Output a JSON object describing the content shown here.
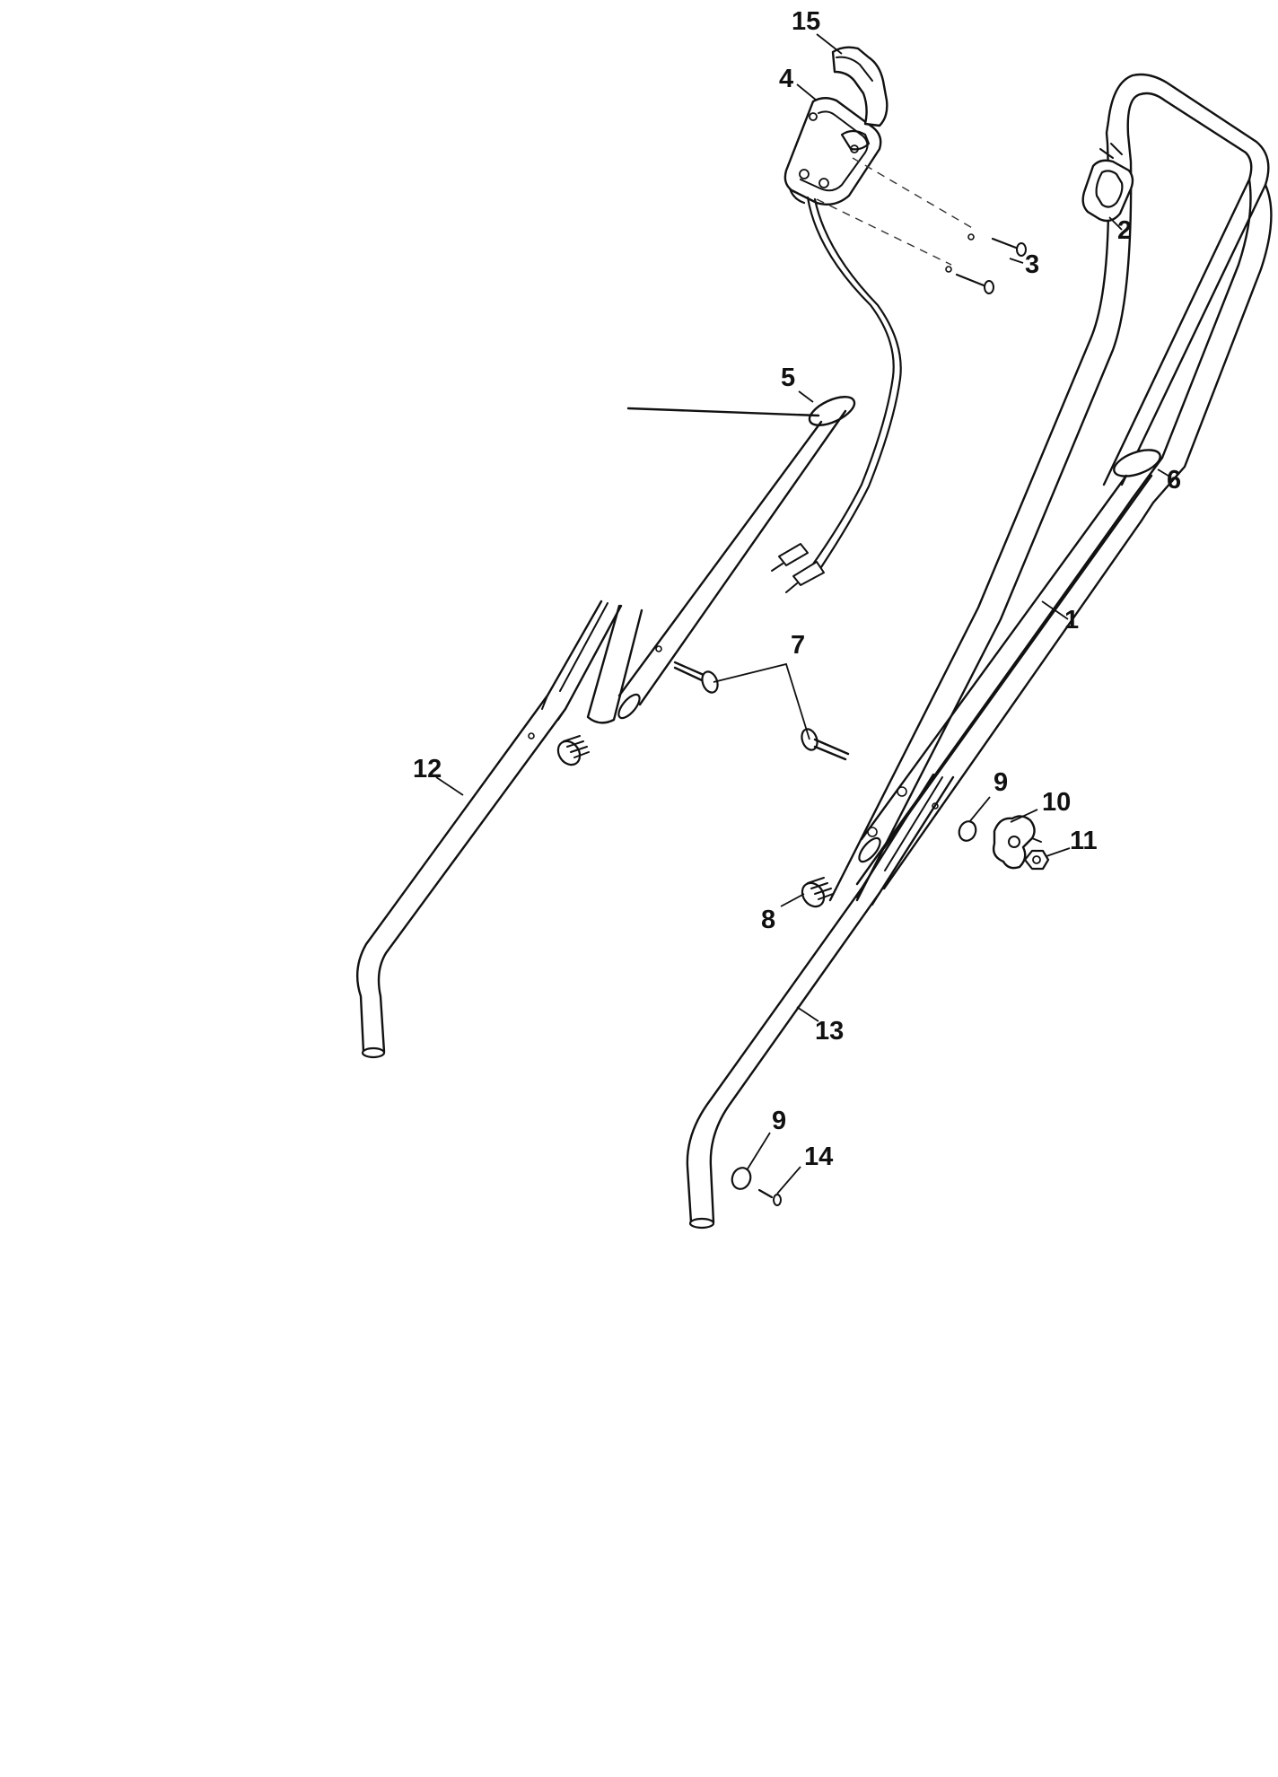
{
  "diagram": {
    "labels": [
      {
        "id": "p15",
        "text": "15"
      },
      {
        "id": "p4",
        "text": "4"
      },
      {
        "id": "p2",
        "text": "2"
      },
      {
        "id": "p3",
        "text": "3"
      },
      {
        "id": "p5",
        "text": "5"
      },
      {
        "id": "p6",
        "text": "6"
      },
      {
        "id": "p1",
        "text": "1"
      },
      {
        "id": "p7",
        "text": "7"
      },
      {
        "id": "p12",
        "text": "12"
      },
      {
        "id": "p9a",
        "text": "9"
      },
      {
        "id": "p10",
        "text": "10"
      },
      {
        "id": "p11",
        "text": "11"
      },
      {
        "id": "p8",
        "text": "8"
      },
      {
        "id": "p13",
        "text": "13"
      },
      {
        "id": "p9b",
        "text": "9"
      },
      {
        "id": "p14",
        "text": "14"
      }
    ]
  }
}
